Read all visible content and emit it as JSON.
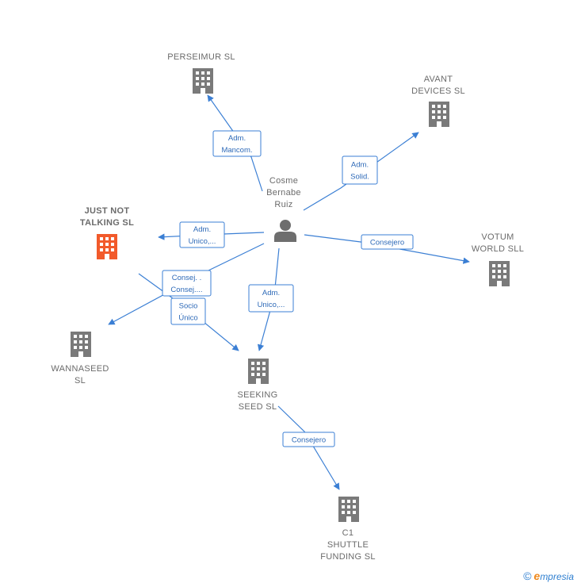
{
  "colors": {
    "edge": "#3b7fd4",
    "company": "#7a7a7a",
    "highlight": "#f25a2b",
    "person": "#6e6e6e"
  },
  "nodes": [
    {
      "id": "perseimur",
      "type": "company",
      "lines": [
        "PERSEIMUR SL"
      ],
      "icon": "building-icon"
    },
    {
      "id": "avant",
      "type": "company",
      "lines": [
        "AVANT",
        "DEVICES  SL"
      ],
      "icon": "building-icon"
    },
    {
      "id": "cosme",
      "type": "person",
      "lines": [
        "Cosme",
        "Bernabe",
        "Ruiz"
      ],
      "icon": "person-icon"
    },
    {
      "id": "justnot",
      "type": "company",
      "highlight": true,
      "lines": [
        "JUST NOT",
        "TALKING  SL"
      ],
      "icon": "building-icon"
    },
    {
      "id": "votum",
      "type": "company",
      "lines": [
        "VOTUM",
        "WORLD  SLL"
      ],
      "icon": "building-icon"
    },
    {
      "id": "wannaseed",
      "type": "company",
      "lines": [
        "WANNASEED",
        "SL"
      ],
      "icon": "building-icon"
    },
    {
      "id": "seeking",
      "type": "company",
      "lines": [
        "SEEKING",
        "SEED  SL"
      ],
      "icon": "building-icon"
    },
    {
      "id": "c1",
      "type": "company",
      "lines": [
        "C1",
        "SHUTTLE",
        "FUNDING  SL"
      ],
      "icon": "building-icon"
    }
  ],
  "edges": [
    {
      "id": "e-perseimur",
      "from": "cosme",
      "to": "perseimur",
      "label": [
        "Adm.",
        "Mancom."
      ]
    },
    {
      "id": "e-avant",
      "from": "cosme",
      "to": "avant",
      "label": [
        "Adm.",
        "Solid."
      ]
    },
    {
      "id": "e-justnot",
      "from": "cosme",
      "to": "justnot",
      "label": [
        "Adm.",
        "Unico,..."
      ]
    },
    {
      "id": "e-votum",
      "from": "cosme",
      "to": "votum",
      "label": [
        "Consejero"
      ]
    },
    {
      "id": "e-wannaseed",
      "from": "cosme",
      "to": "wannaseed",
      "label": [
        "Consej. .",
        "Consej...."
      ]
    },
    {
      "id": "e-seeking",
      "from": "cosme",
      "to": "seeking",
      "label": [
        "Adm.",
        "Unico,..."
      ]
    },
    {
      "id": "e-justnot-seeking",
      "from": "justnot",
      "to": "seeking",
      "label": [
        "Socio",
        "Único"
      ]
    },
    {
      "id": "e-c1",
      "from": "seeking",
      "to": "c1",
      "label": [
        "Consejero"
      ]
    }
  ],
  "footer": {
    "copyright": "©",
    "brand_e": "e",
    "brand_rest": "mpresia"
  }
}
